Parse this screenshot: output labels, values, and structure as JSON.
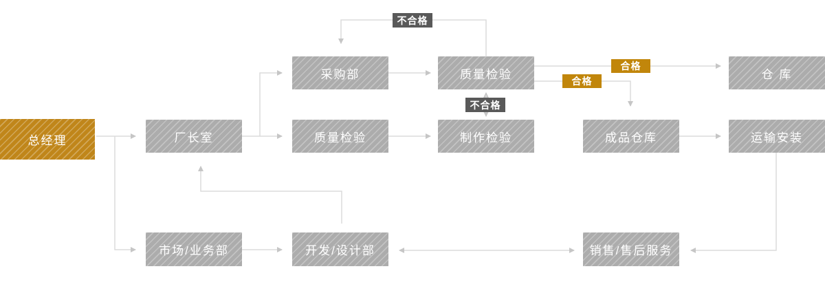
{
  "diagram": {
    "title": "factory-process-flowchart",
    "nodes": {
      "ceo": {
        "label": "总经理"
      },
      "director": {
        "label": "厂长室"
      },
      "purchasing": {
        "label": "采购部"
      },
      "quality_top": {
        "label": "质量检验"
      },
      "warehouse": {
        "label": "仓 库"
      },
      "quality_mid": {
        "label": "质量检验"
      },
      "production": {
        "label": "制作检验"
      },
      "finished": {
        "label": "成品仓库"
      },
      "transport": {
        "label": "运输安装"
      },
      "market": {
        "label": "市场/业务部"
      },
      "design": {
        "label": "开发/设计部"
      },
      "sales": {
        "label": "销售/售后服务"
      }
    },
    "badges": {
      "reject_top": {
        "label": "不合格"
      },
      "reject_mid": {
        "label": "不合格"
      },
      "pass_upper": {
        "label": "合格"
      },
      "pass_lower": {
        "label": "合格"
      }
    },
    "colors": {
      "node_gray": "#ACACAC",
      "accent_gold": "#C0861A",
      "badge_gold": "#C1860B",
      "badge_dark": "#595959",
      "line": "#DBDBDB",
      "arrowhead": "#C6C6C6",
      "text": "#FFFFFF",
      "background": "#FFFFFF"
    }
  }
}
